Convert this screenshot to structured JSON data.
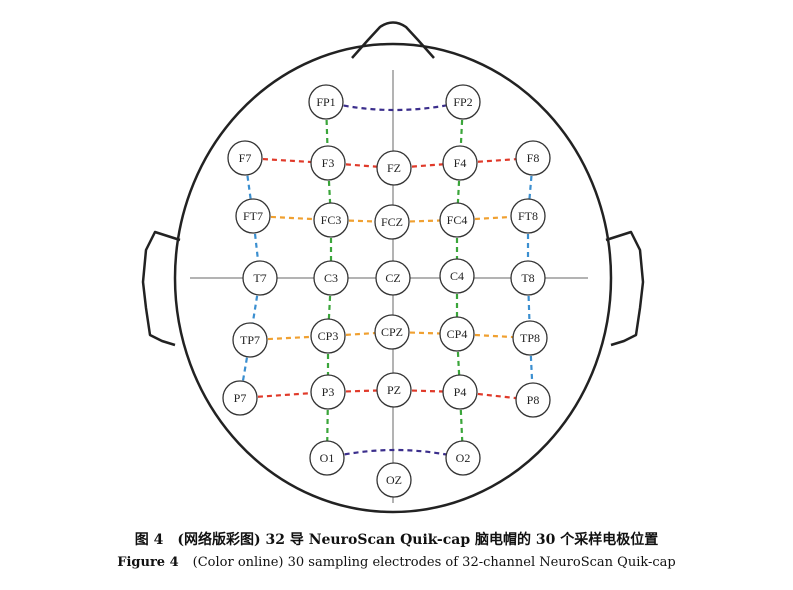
{
  "figure": {
    "caption_cn": "图 4　(网络版彩图) 32 导 NeuroScan Quik-cap 脑电帽的 30 个采样电极位置",
    "caption_en_label": "Figure 4",
    "caption_en_text": "(Color online) 30 sampling electrodes of 32-channel NeuroScan Quik-cap"
  },
  "colors": {
    "outline": "#222222",
    "axis": "#9a9a9a",
    "node_fill": "#ffffff",
    "node_stroke": "#333333",
    "link_purple": "#3b2e8c",
    "link_green": "#3aa53a",
    "link_red": "#e03a2a",
    "link_orange": "#f0a030",
    "link_blue": "#3b8fd0"
  },
  "electrodes": [
    {
      "id": "FP1",
      "label": "FP1"
    },
    {
      "id": "FP2",
      "label": "FP2"
    },
    {
      "id": "F7",
      "label": "F7"
    },
    {
      "id": "F3",
      "label": "F3"
    },
    {
      "id": "FZ",
      "label": "FZ"
    },
    {
      "id": "F4",
      "label": "F4"
    },
    {
      "id": "F8",
      "label": "F8"
    },
    {
      "id": "FT7",
      "label": "FT7"
    },
    {
      "id": "FC3",
      "label": "FC3"
    },
    {
      "id": "FCZ",
      "label": "FCZ"
    },
    {
      "id": "FC4",
      "label": "FC4"
    },
    {
      "id": "FT8",
      "label": "FT8"
    },
    {
      "id": "T7",
      "label": "T7"
    },
    {
      "id": "C3",
      "label": "C3"
    },
    {
      "id": "CZ",
      "label": "CZ"
    },
    {
      "id": "C4",
      "label": "C4"
    },
    {
      "id": "T8",
      "label": "T8"
    },
    {
      "id": "TP7",
      "label": "TP7"
    },
    {
      "id": "CP3",
      "label": "CP3"
    },
    {
      "id": "CPZ",
      "label": "CPZ"
    },
    {
      "id": "CP4",
      "label": "CP4"
    },
    {
      "id": "TP8",
      "label": "TP8"
    },
    {
      "id": "P7",
      "label": "P7"
    },
    {
      "id": "P3",
      "label": "P3"
    },
    {
      "id": "PZ",
      "label": "PZ"
    },
    {
      "id": "P4",
      "label": "P4"
    },
    {
      "id": "P8",
      "label": "P8"
    },
    {
      "id": "O1",
      "label": "O1"
    },
    {
      "id": "OZ",
      "label": "OZ"
    },
    {
      "id": "O2",
      "label": "O2"
    }
  ],
  "links": [
    {
      "from": "FP1",
      "to": "FP2",
      "color": "purple"
    },
    {
      "from": "O1",
      "to": "O2",
      "color": "purple"
    },
    {
      "from": "FP1",
      "to": "F3",
      "color": "green"
    },
    {
      "from": "F3",
      "to": "FC3",
      "color": "green"
    },
    {
      "from": "FC3",
      "to": "C3",
      "color": "green"
    },
    {
      "from": "C3",
      "to": "CP3",
      "color": "green"
    },
    {
      "from": "CP3",
      "to": "P3",
      "color": "green"
    },
    {
      "from": "P3",
      "to": "O1",
      "color": "green"
    },
    {
      "from": "FP2",
      "to": "F4",
      "color": "green"
    },
    {
      "from": "F4",
      "to": "FC4",
      "color": "green"
    },
    {
      "from": "FC4",
      "to": "C4",
      "color": "green"
    },
    {
      "from": "C4",
      "to": "CP4",
      "color": "green"
    },
    {
      "from": "CP4",
      "to": "P4",
      "color": "green"
    },
    {
      "from": "P4",
      "to": "O2",
      "color": "green"
    },
    {
      "from": "F7",
      "to": "F3",
      "color": "red"
    },
    {
      "from": "F3",
      "to": "FZ",
      "color": "red"
    },
    {
      "from": "FZ",
      "to": "F4",
      "color": "red"
    },
    {
      "from": "F4",
      "to": "F8",
      "color": "red"
    },
    {
      "from": "P7",
      "to": "P3",
      "color": "red"
    },
    {
      "from": "P3",
      "to": "PZ",
      "color": "red"
    },
    {
      "from": "PZ",
      "to": "P4",
      "color": "red"
    },
    {
      "from": "P4",
      "to": "P8",
      "color": "red"
    },
    {
      "from": "FT7",
      "to": "FC3",
      "color": "orange"
    },
    {
      "from": "FC3",
      "to": "FCZ",
      "color": "orange"
    },
    {
      "from": "FCZ",
      "to": "FC4",
      "color": "orange"
    },
    {
      "from": "FC4",
      "to": "FT8",
      "color": "orange"
    },
    {
      "from": "TP7",
      "to": "CP3",
      "color": "orange"
    },
    {
      "from": "CP3",
      "to": "CPZ",
      "color": "orange"
    },
    {
      "from": "CPZ",
      "to": "CP4",
      "color": "orange"
    },
    {
      "from": "CP4",
      "to": "TP8",
      "color": "orange"
    },
    {
      "from": "F7",
      "to": "FT7",
      "color": "blue"
    },
    {
      "from": "FT7",
      "to": "T7",
      "color": "blue"
    },
    {
      "from": "T7",
      "to": "TP7",
      "color": "blue"
    },
    {
      "from": "TP7",
      "to": "P7",
      "color": "blue"
    },
    {
      "from": "F8",
      "to": "FT8",
      "color": "blue"
    },
    {
      "from": "FT8",
      "to": "T8",
      "color": "blue"
    },
    {
      "from": "T8",
      "to": "TP8",
      "color": "blue"
    },
    {
      "from": "TP8",
      "to": "P8",
      "color": "blue"
    }
  ]
}
